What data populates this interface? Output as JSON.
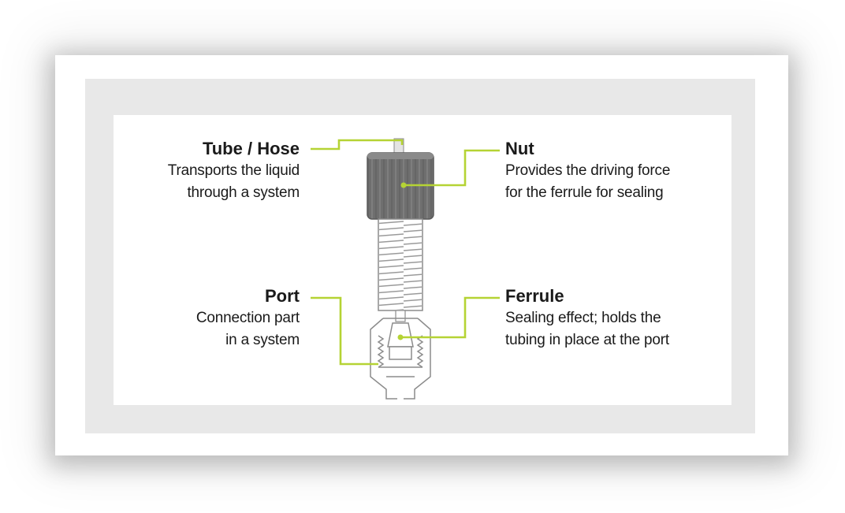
{
  "accent_color": "#b5d334",
  "labels": {
    "tube": {
      "title": "Tube / Hose",
      "desc_line1": "Transports the liquid",
      "desc_line2": "through a system"
    },
    "nut": {
      "title": "Nut",
      "desc_line1": "Provides the driving force",
      "desc_line2": "for the ferrule for sealing"
    },
    "port": {
      "title": "Port",
      "desc_line1": "Connection part",
      "desc_line2": "in a system"
    },
    "ferrule": {
      "title": "Ferrule",
      "desc_line1": "Sealing effect; holds the",
      "desc_line2": "tubing in place at the port"
    }
  }
}
